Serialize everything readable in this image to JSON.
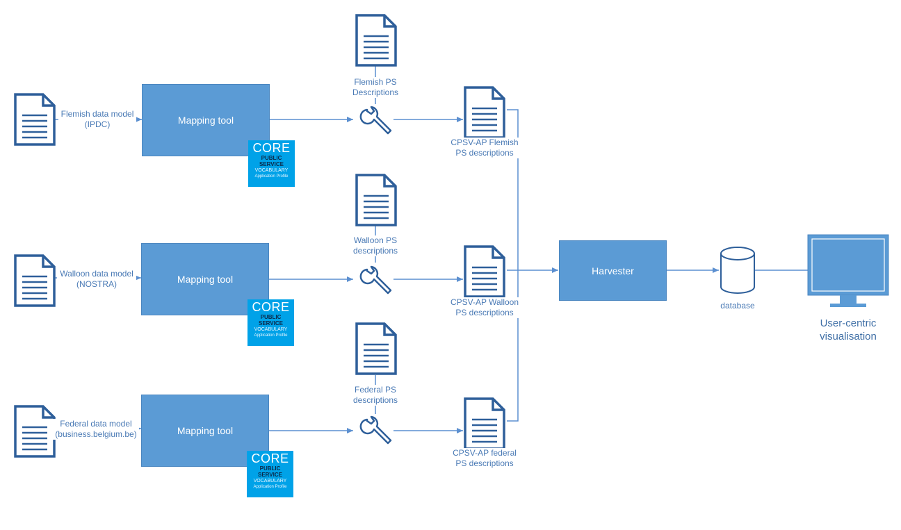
{
  "inputs": [
    {
      "line1": "Flemish data model",
      "line2": "(IPDC)"
    },
    {
      "line1": "Walloon data model",
      "line2": "(NOSTRA)"
    },
    {
      "line1": "Federal data model",
      "line2": "(business.belgium.be)"
    }
  ],
  "mapping_tool_label": "Mapping tool",
  "core_badge": {
    "line1": "CORE",
    "line2": "PUBLIC",
    "line3": "SERVICE",
    "line4": "VOCABULARY",
    "line5": "Application Profile"
  },
  "ps_descriptions": [
    {
      "line1": "Flemish PS",
      "line2": "Descriptions"
    },
    {
      "line1": "Walloon PS",
      "line2": "descriptions"
    },
    {
      "line1": "Federal PS",
      "line2": "descriptions"
    }
  ],
  "cpsv_outputs": [
    {
      "line1": "CPSV-AP Flemish",
      "line2": "PS descriptions"
    },
    {
      "line1": "CPSV-AP Walloon",
      "line2": "PS descriptions"
    },
    {
      "line1": "CPSV-AP federal",
      "line2": "PS descriptions"
    }
  ],
  "harvester_label": "Harvester",
  "database_label": "database",
  "visualisation": {
    "line1": "User-centric",
    "line2": "visualisation"
  },
  "colors": {
    "box": "#5b9bd5",
    "line": "#5b8fd0",
    "icon": "#2e5f9a",
    "core": "#00a2e8",
    "text": "#4a7ab5"
  }
}
